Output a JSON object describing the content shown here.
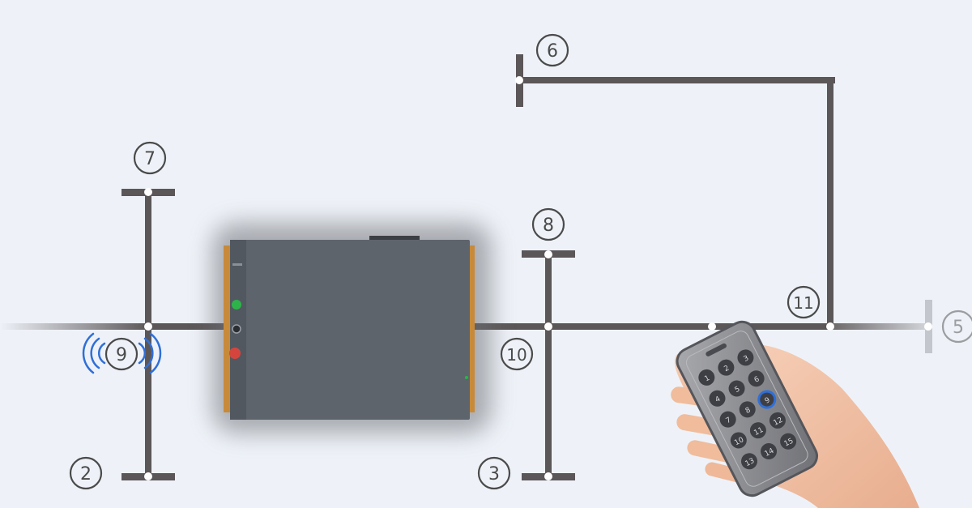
{
  "stations": [
    {
      "id": "s2",
      "label": "2"
    },
    {
      "id": "s3",
      "label": "3"
    },
    {
      "id": "s5",
      "label": "5"
    },
    {
      "id": "s6",
      "label": "6"
    },
    {
      "id": "s7",
      "label": "7"
    },
    {
      "id": "s8",
      "label": "8"
    },
    {
      "id": "s9",
      "label": "9"
    },
    {
      "id": "s10",
      "label": "10"
    },
    {
      "id": "s11",
      "label": "11"
    }
  ],
  "remote": {
    "keys": [
      "1",
      "2",
      "3",
      "4",
      "5",
      "6",
      "7",
      "8",
      "9",
      "10",
      "11",
      "12",
      "13",
      "14",
      "15"
    ],
    "active_key": "9"
  },
  "colors": {
    "track": "#5b5658",
    "track_fade": "#c9ccd2",
    "background": "#eef2f8",
    "label": "#4a4a4a",
    "signal": "#2f6fd8",
    "cart_body": "#5e646b",
    "cart_edge": "#c78a3a",
    "remote_body": "#8e8f94",
    "skin": "#f2c4a8"
  },
  "icons": {
    "cart": "shuttle-cart-icon",
    "remote": "remote-control-icon",
    "hand": "hand-icon",
    "signal": "wireless-signal-icon"
  }
}
